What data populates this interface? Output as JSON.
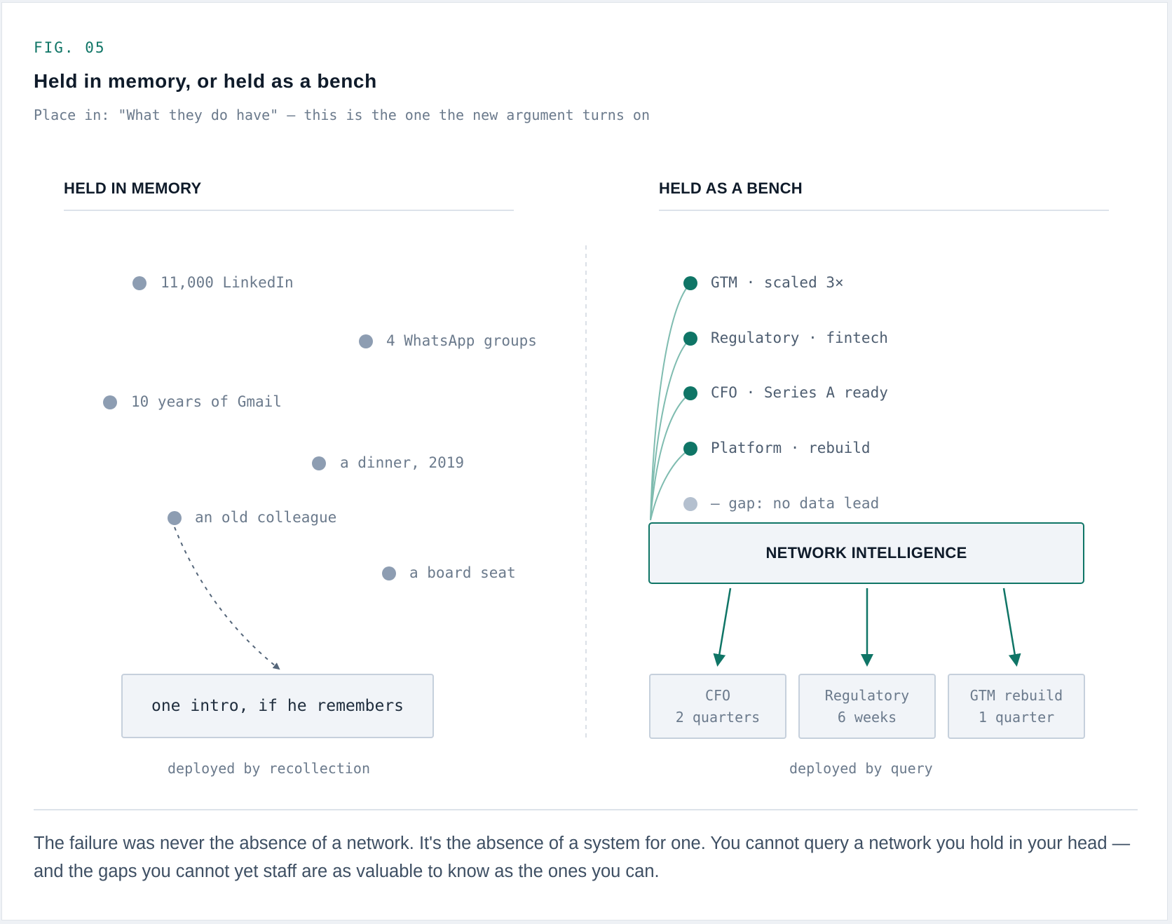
{
  "figure": {
    "label": "FIG. 05",
    "title": "Held in memory, or held as a bench",
    "subtitle": "Place in: \"What they do have\" — this is the one the new argument turns on"
  },
  "left_column": {
    "heading": "HELD IN MEMORY",
    "items": [
      {
        "label": "11,000 LinkedIn"
      },
      {
        "label": "4 WhatsApp groups"
      },
      {
        "label": "10 years of Gmail"
      },
      {
        "label": "a dinner, 2019"
      },
      {
        "label": "an old colleague"
      },
      {
        "label": "a board seat"
      }
    ],
    "result_box": "one intro, if he remembers",
    "caption": "deployed by recollection"
  },
  "right_column": {
    "heading": "HELD AS A BENCH",
    "items": [
      {
        "label": "GTM · scaled 3×",
        "status": "filled"
      },
      {
        "label": "Regulatory · fintech",
        "status": "filled"
      },
      {
        "label": "CFO · Series A ready",
        "status": "filled"
      },
      {
        "label": "Platform · rebuild",
        "status": "filled"
      },
      {
        "label": "— gap: no data lead",
        "status": "gap"
      }
    ],
    "hub": "NETWORK INTELLIGENCE",
    "outputs": [
      {
        "role": "CFO",
        "time": "2 quarters"
      },
      {
        "role": "Regulatory",
        "time": "6 weeks"
      },
      {
        "role": "GTM rebuild",
        "time": "1 quarter"
      }
    ],
    "caption": "deployed by query"
  },
  "conclusion": "The failure was never the absence of a network. It's the absence of a system for one. You cannot query a network you hold in your head — and the gaps you cannot yet staff are as valuable to know as the ones you can.",
  "colors": {
    "accent": "#0f7566",
    "memory_dot": "#8d9db2",
    "gap_dot": "#b4c0cf",
    "rule": "#dde3ea",
    "box_fill": "#f1f4f8",
    "box_border": "#c6d0dc"
  }
}
